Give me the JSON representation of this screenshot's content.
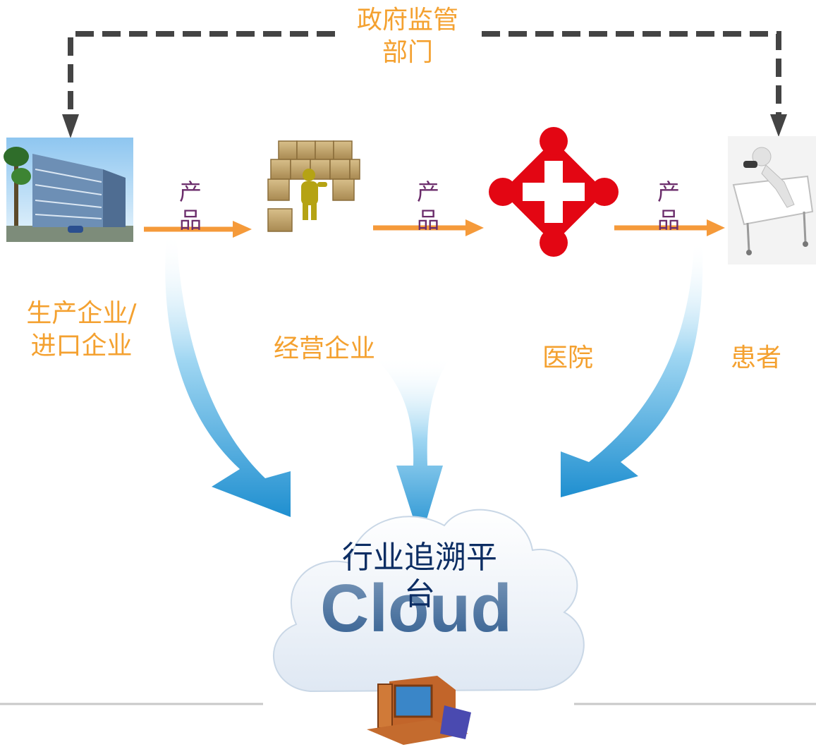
{
  "diagram": {
    "gov_label": "政府监管部门",
    "product_label": "产品",
    "nodes": [
      {
        "id": "manufacturer",
        "label": "生产企业/进口企业",
        "icon": "factory-building-icon"
      },
      {
        "id": "distributor",
        "label": "经营企业",
        "icon": "warehouse-boxes-icon"
      },
      {
        "id": "hospital",
        "label": "医院",
        "icon": "red-cross-icon"
      },
      {
        "id": "patient",
        "label": "患者",
        "icon": "patient-bed-icon"
      }
    ],
    "platform": {
      "title": "行业追溯平台",
      "cloud_text": "Cloud"
    },
    "colors": {
      "orange": "#f4a130",
      "purple": "#6b2d6b",
      "navy": "#0c2d63",
      "blue_arrow": "#2a9bd8",
      "dashed": "#444444",
      "red_cross": "#e30613"
    }
  }
}
